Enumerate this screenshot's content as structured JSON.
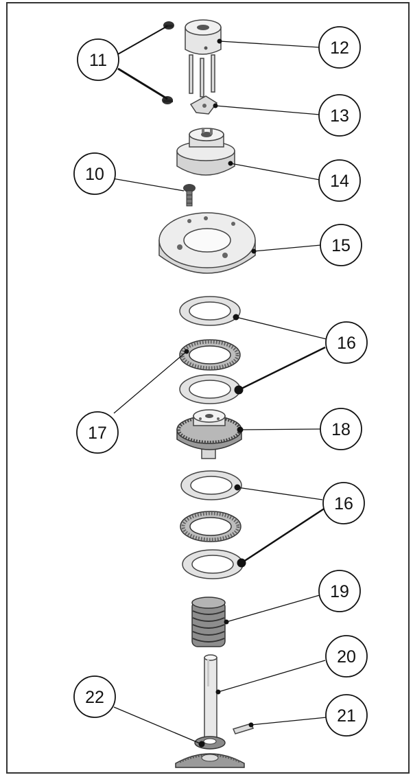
{
  "diagram": {
    "callouts": [
      "11",
      "12",
      "13",
      "14",
      "10",
      "15",
      "16",
      "17",
      "18",
      "16",
      "19",
      "20",
      "22",
      "21"
    ]
  },
  "colors": {
    "line": "#111111",
    "part_fill": "#e6e6e6",
    "part_shade": "#c9c9c9",
    "part_dark": "#555555",
    "border": "#333333"
  }
}
